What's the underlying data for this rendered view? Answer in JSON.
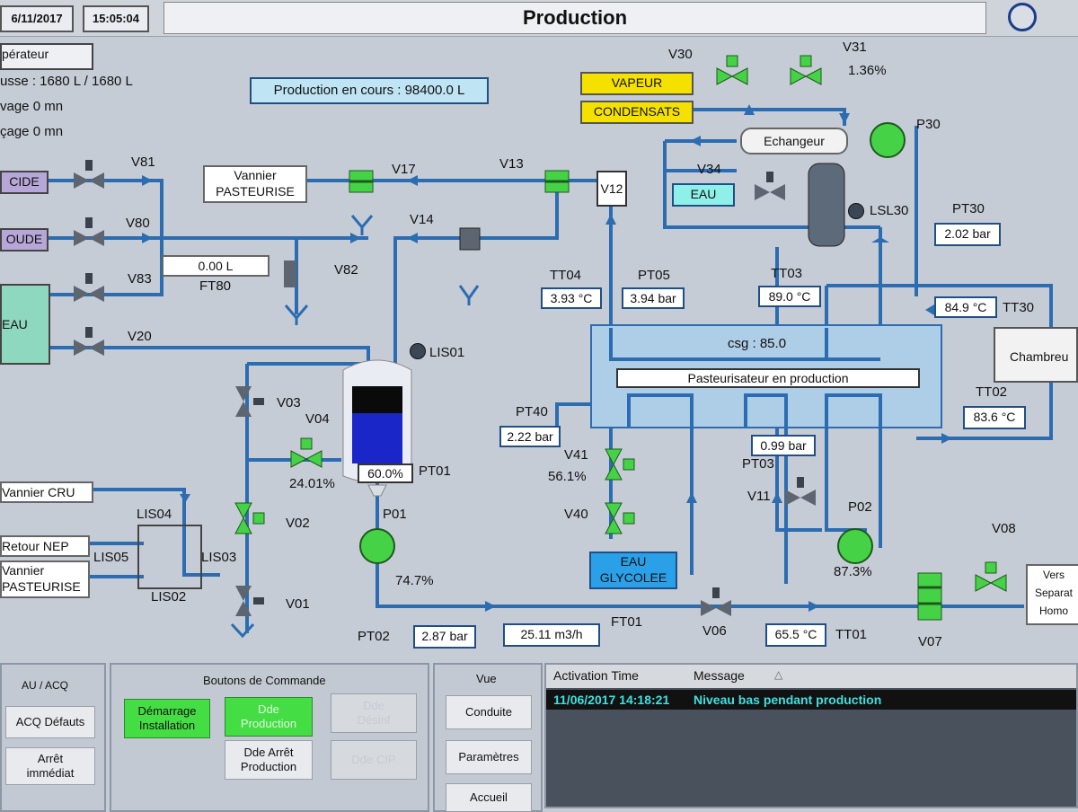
{
  "header": {
    "date": "6/11/2017",
    "time": "15:05:04",
    "title": "Production"
  },
  "info": {
    "operator": "pérateur",
    "cuve": "usse : 1680 L /   1680 L",
    "lavage": "vage 0 mn",
    "rincage": "çage 0 mn",
    "production_status": "Production en cours : 98400.0 L"
  },
  "left_tanks": {
    "acide": "CIDE",
    "soude": "OUDE",
    "eau": "EAU"
  },
  "valves": {
    "v81": "V81",
    "v80": "V80",
    "v83": "V83",
    "v20": "V20",
    "v82": "V82",
    "v17": "V17",
    "v13": "V13",
    "v14": "V14",
    "v12": "V12",
    "v30": "V30",
    "v31": "V31",
    "v31_pct": "1.36%",
    "v34": "V34",
    "v03": "V03",
    "v04": "V04",
    "v04_pct": "24.01%",
    "v02": "V02",
    "v01": "V01",
    "v41": "V41",
    "v41_pct": "56.1%",
    "v40": "V40",
    "v11": "V11",
    "v06": "V06",
    "v07": "V07",
    "v08": "V08"
  },
  "equipment": {
    "vannier_past": [
      "Vannier",
      "PASTEURISE"
    ],
    "vapeur": "VAPEUR",
    "condensats": "CONDENSATS",
    "echangeur": "Echangeur",
    "eau_v34": "EAU",
    "lsl30": "LSL30",
    "p30": "P30",
    "pasteurisateur_csg": "csg : 85.0",
    "pasteurisateur_status": "Pasteurisateur en production",
    "chambre": "Chambreu",
    "eau_glycolee": [
      "EAU",
      "GLYCOLEE"
    ],
    "vannier_cru": "Vannier CRU",
    "retour_nep": "Retour NEP",
    "vannier_past2": [
      "Vannier",
      "PASTEURISE"
    ],
    "lis04": "LIS04",
    "lis05": "LIS05",
    "lis03": "LIS03",
    "lis02": "LIS02",
    "lis01": "LIS01",
    "tank_level": "60.0%",
    "pt01": "PT01",
    "p01": "P01",
    "p01_pct": "74.7%",
    "p02": "P02",
    "p02_pct": "87.3%",
    "vers": [
      "Vers",
      "Separat",
      "Homo"
    ]
  },
  "measures": {
    "ft80_val": "0.00 L",
    "ft80": "FT80",
    "tt04": "TT04",
    "tt04_val": "3.93 °C",
    "pt05": "PT05",
    "pt05_val": "3.94 bar",
    "tt03": "TT03",
    "tt03_val": "89.0 °C",
    "pt30": "PT30",
    "pt30_val": "2.02 bar",
    "tt30": "TT30",
    "tt30_val": "84.9 °C",
    "tt02": "TT02",
    "tt02_val": "83.6 °C",
    "pt40": "PT40",
    "pt40_val": "2.22 bar",
    "pt03": "PT03",
    "pt03_val": "0.99 bar",
    "pt02": "PT02",
    "pt02_val": "2.87 bar",
    "ft01": "FT01",
    "ft01_val": "25.11 m3/h",
    "tt01": "TT01",
    "tt01_val": "65.5 °C"
  },
  "bottom": {
    "au_acq": {
      "title": "AU / ACQ",
      "acq": "ACQ Défauts",
      "arret": [
        "Arrêt",
        "immédiat"
      ]
    },
    "cmd": {
      "title": "Boutons de Commande",
      "demarrage": [
        "Démarrage",
        "Installation"
      ],
      "dde_production": [
        "Dde",
        "Production"
      ],
      "dde_desinf": [
        "Dde",
        "Désinf"
      ],
      "dde_arret": [
        "Dde Arrêt",
        "Production"
      ],
      "dde_cip": "Dde CIP"
    },
    "vue": {
      "title": "Vue",
      "conduite": "Conduite",
      "parametres": "Paramètres",
      "accueil": "Accueil"
    },
    "alarms": {
      "col_time": "Activation Time",
      "col_msg": "Message",
      "rows": [
        {
          "time": "11/06/2017 14:18:21",
          "msg": "Niveau bas pendant production"
        }
      ]
    }
  },
  "colors": {
    "pipe": "#2c6cb0",
    "active_valve": "#46d246",
    "alarm_text": "#3fe0e0",
    "header_yellow": "#f5e100"
  }
}
